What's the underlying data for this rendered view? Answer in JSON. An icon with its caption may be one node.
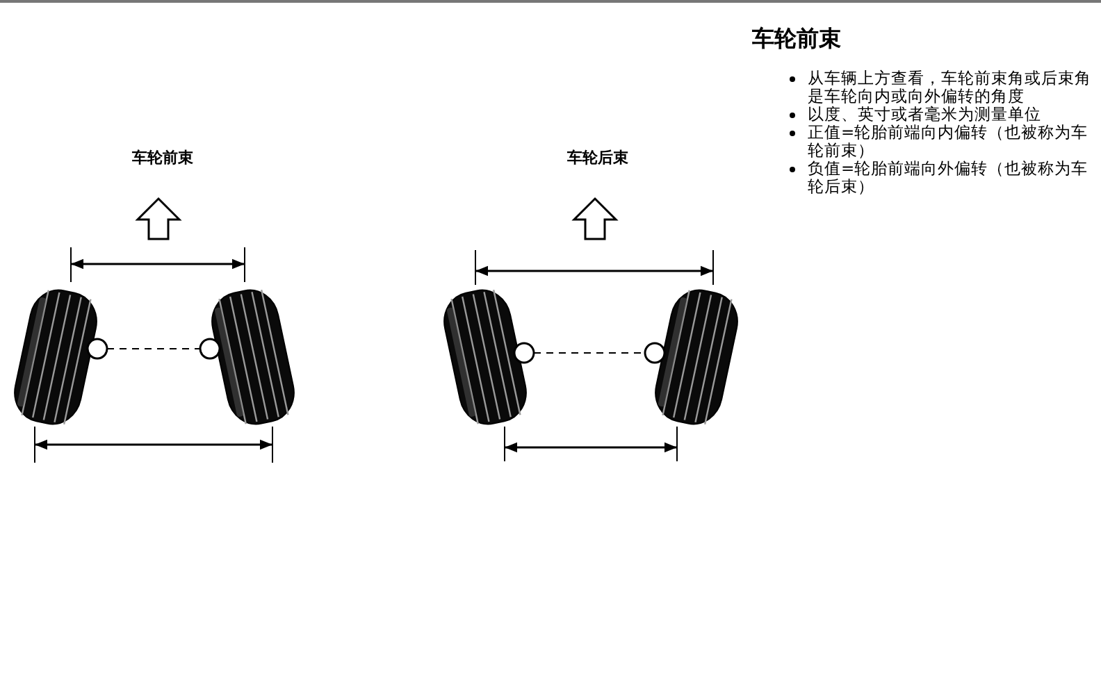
{
  "diagram": {
    "title": "车轮前束",
    "labels": [
      "车轮前束",
      "车轮后束",
      "从车辆上方查看，车轮前束角或后束角是车轮向内或向外偏转的角度",
      "以度、英寸或者毫米为测量单位",
      "正值=轮胎前端向内偏转（也被称为车轮前束）",
      "负值=轮胎前端向外偏转（也被称为车轮后束）"
    ]
  }
}
